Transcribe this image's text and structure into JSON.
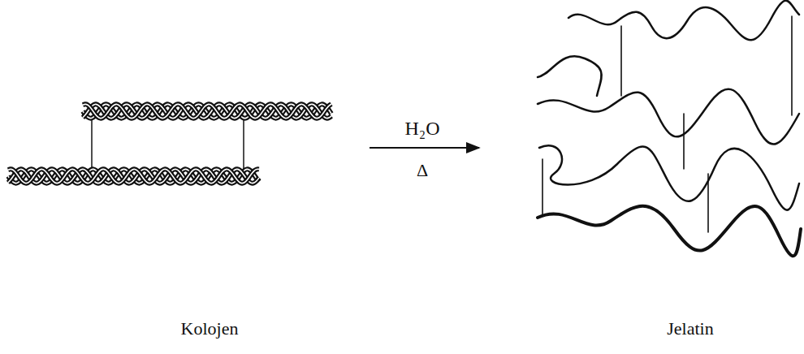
{
  "diagram": {
    "labels": [
      "H₂O",
      "Δ",
      "Kolojen",
      "Jelatin"
    ]
  }
}
